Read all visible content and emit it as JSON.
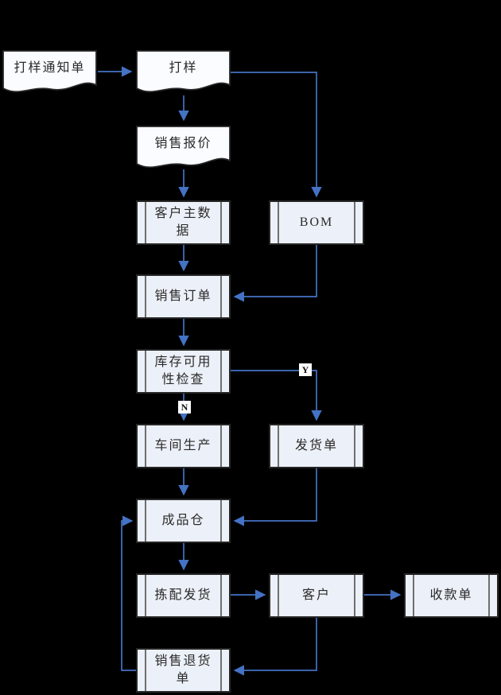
{
  "diagram": {
    "nodes": [
      {
        "id": "sample-notice",
        "label": "打样通知单",
        "type": "document"
      },
      {
        "id": "sampling",
        "label": "打样",
        "type": "document"
      },
      {
        "id": "sales-quotation",
        "label": "销售报价",
        "type": "document"
      },
      {
        "id": "customer-master-data",
        "label": "客户主数据",
        "type": "process"
      },
      {
        "id": "bom",
        "label": "BOM",
        "type": "process"
      },
      {
        "id": "sales-order",
        "label": "销售订单",
        "type": "process"
      },
      {
        "id": "stock-availability-check",
        "label": "库存可用性检查",
        "type": "process"
      },
      {
        "id": "shop-floor-production",
        "label": "车间生产",
        "type": "process"
      },
      {
        "id": "delivery-note",
        "label": "发货单",
        "type": "process"
      },
      {
        "id": "finished-goods-warehouse",
        "label": "成品仓",
        "type": "process"
      },
      {
        "id": "picking-shipping",
        "label": "拣配发货",
        "type": "process"
      },
      {
        "id": "customer",
        "label": "客户",
        "type": "process"
      },
      {
        "id": "payment-receipt",
        "label": "收款单",
        "type": "process"
      },
      {
        "id": "sales-return",
        "label": "销售退货单",
        "type": "process"
      }
    ],
    "branch_labels": {
      "yes": "Y",
      "no": "N"
    },
    "colors": {
      "background": "#000000",
      "arrow": "#4472c4",
      "process_fill": "#ecf0f8",
      "document_fill": "#fafcff",
      "border": "#262626",
      "side_bar": "#6f6f6f",
      "text": "#2a2a2a",
      "branch_label_bg": "#ffffff"
    }
  }
}
